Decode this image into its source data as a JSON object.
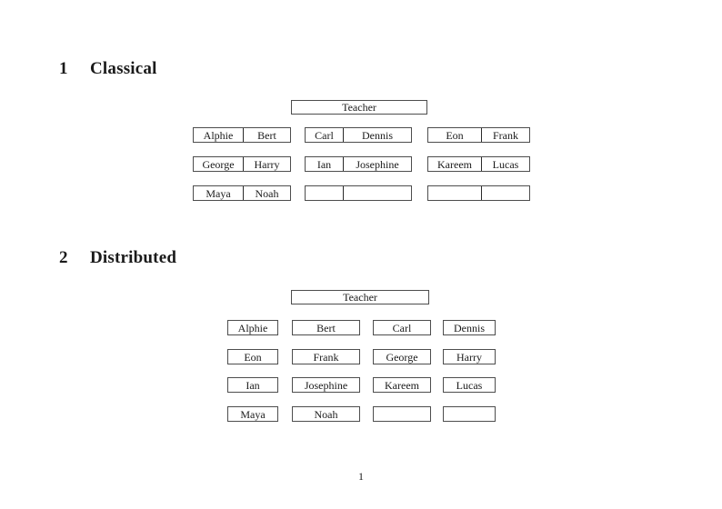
{
  "colors": {
    "background": "#ffffff",
    "box_border": "#4d4d4d",
    "desk_divider": "#2a2a2a",
    "text": "#1a1a1a"
  },
  "classical": {
    "heading": {
      "number": "1",
      "title": "Classical"
    },
    "teacher_label": "Teacher",
    "rows": [
      {
        "desks": [
          {
            "left": "Alphie",
            "right": "Bert"
          },
          {
            "left": "Carl",
            "right": "Dennis"
          },
          {
            "left": "Eon",
            "right": "Frank"
          }
        ]
      },
      {
        "desks": [
          {
            "left": "George",
            "right": "Harry"
          },
          {
            "left": "Ian",
            "right": "Josephine"
          },
          {
            "left": "Kareem",
            "right": "Lucas"
          }
        ]
      },
      {
        "desks": [
          {
            "left": "Maya",
            "right": "Noah"
          },
          {
            "left": "",
            "right": ""
          },
          {
            "left": "",
            "right": ""
          }
        ]
      }
    ]
  },
  "distributed": {
    "heading": {
      "number": "2",
      "title": "Distributed"
    },
    "teacher_label": "Teacher",
    "rows": [
      {
        "seats": [
          "Alphie",
          "Bert",
          "Carl",
          "Dennis"
        ]
      },
      {
        "seats": [
          "Eon",
          "Frank",
          "George",
          "Harry"
        ]
      },
      {
        "seats": [
          "Ian",
          "Josephine",
          "Kareem",
          "Lucas"
        ]
      },
      {
        "seats": [
          "Maya",
          "Noah",
          "",
          ""
        ]
      }
    ]
  },
  "footer": {
    "page_number": "1"
  }
}
